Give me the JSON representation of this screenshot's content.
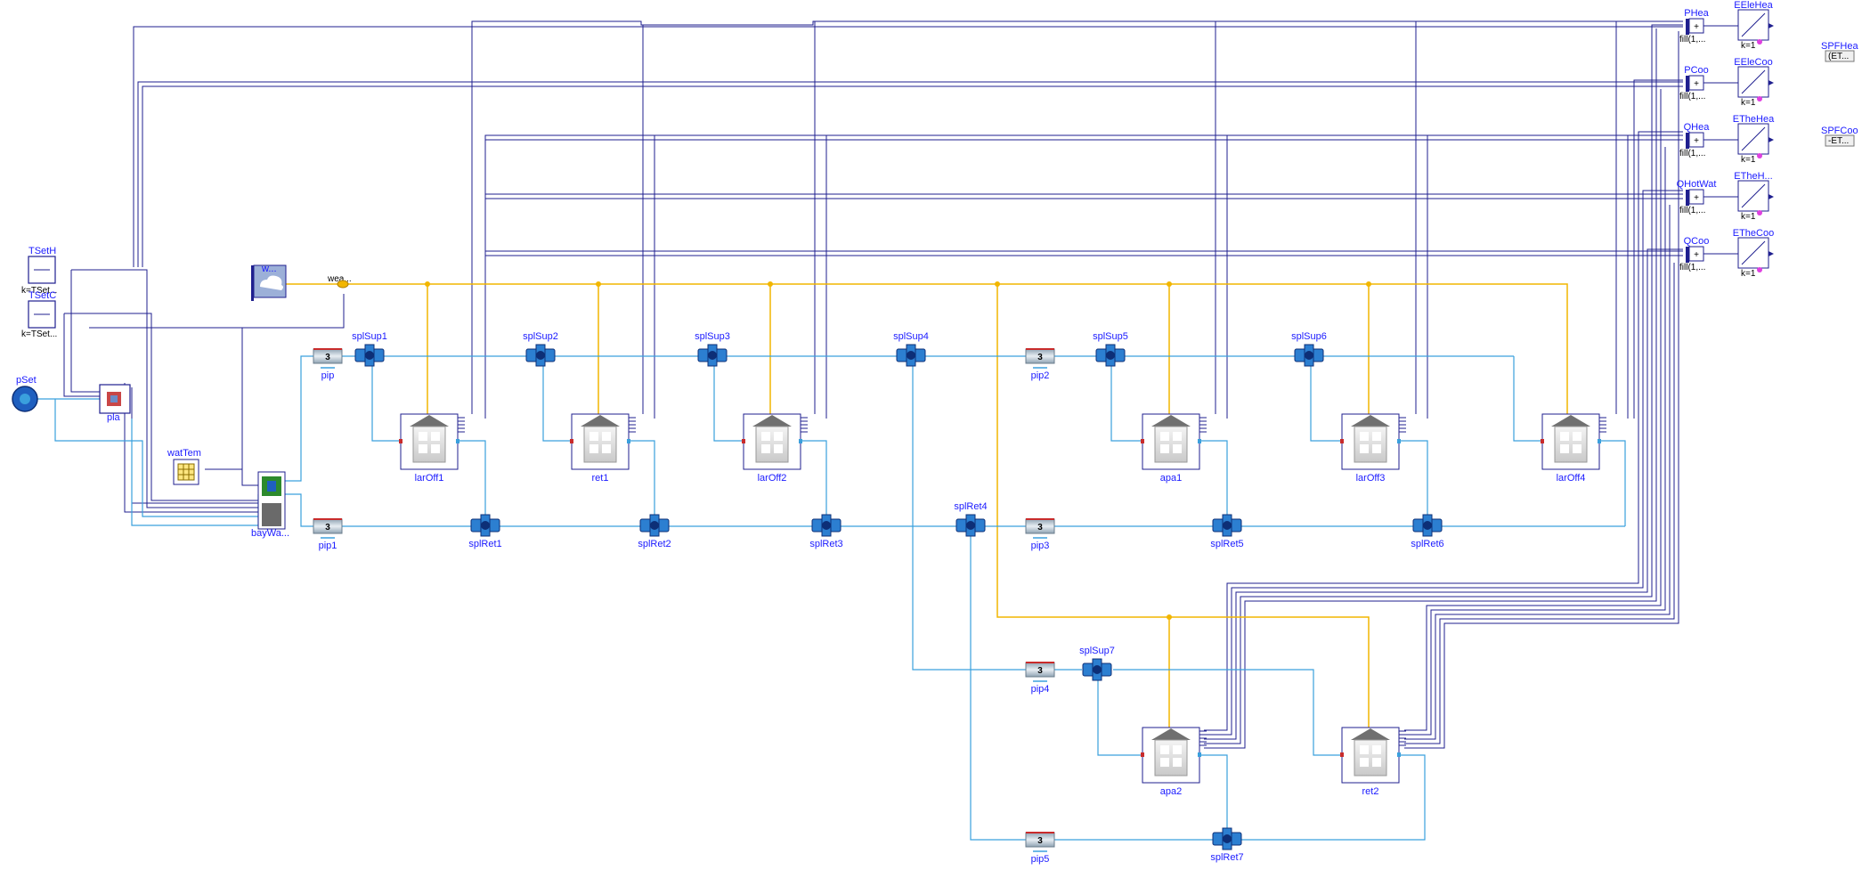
{
  "colors": {
    "bus": "#1f1f8f",
    "water": "#3aa0dd",
    "weather": "#f2b600",
    "label": "#1a1aff",
    "houseRoof": "#707070",
    "component": "#2c7fd1"
  },
  "inputs": {
    "TSetH": {
      "name": "TSetH",
      "param": "k=TSet..."
    },
    "TSetC": {
      "name": "TSetC",
      "param": "k=TSet..."
    },
    "pSet": {
      "name": "pSet"
    },
    "pla": {
      "name": "pla"
    },
    "weather": {
      "name": "w...",
      "busLabel": "wea..."
    },
    "watTem": {
      "name": "watTem"
    },
    "bayWat": {
      "name": "bayWa..."
    }
  },
  "buildings": [
    {
      "id": "larOff1",
      "name": "larOff1"
    },
    {
      "id": "ret1",
      "name": "ret1"
    },
    {
      "id": "larOff2",
      "name": "larOff2"
    },
    {
      "id": "apa1",
      "name": "apa1"
    },
    {
      "id": "larOff3",
      "name": "larOff3"
    },
    {
      "id": "larOff4",
      "name": "larOff4"
    },
    {
      "id": "apa2",
      "name": "apa2"
    },
    {
      "id": "ret2",
      "name": "ret2"
    }
  ],
  "supplySplitters": [
    "splSup1",
    "splSup2",
    "splSup3",
    "splSup4",
    "splSup5",
    "splSup6",
    "splSup7"
  ],
  "returnSplitters": [
    "splRet1",
    "splRet2",
    "splRet3",
    "splRet4",
    "splRet5",
    "splRet6",
    "splRet7"
  ],
  "pipes": [
    {
      "name": "pip",
      "value": "3"
    },
    {
      "name": "pip1",
      "value": "3"
    },
    {
      "name": "pip2",
      "value": "3"
    },
    {
      "name": "pip3",
      "value": "3"
    },
    {
      "name": "pip4",
      "value": "3"
    },
    {
      "name": "pip5",
      "value": "3"
    }
  ],
  "sums": [
    {
      "name": "PHea",
      "param": "fill(1,..."
    },
    {
      "name": "PCoo",
      "param": "fill(1,..."
    },
    {
      "name": "QHea",
      "param": "fill(1,..."
    },
    {
      "name": "QHotWat",
      "param": "fill(1,..."
    },
    {
      "name": "QCoo",
      "param": "fill(1,..."
    }
  ],
  "integrators": [
    {
      "name": "EEleHea",
      "param": "k=1"
    },
    {
      "name": "EEleCoo",
      "param": "k=1"
    },
    {
      "name": "ETheHea",
      "param": "k=1"
    },
    {
      "name": "ETheH...",
      "param": "k=1"
    },
    {
      "name": "ETheCoo",
      "param": "k=1"
    }
  ],
  "outputs": [
    {
      "name": "SPFHea",
      "value": "(ET..."
    },
    {
      "name": "SPFCoo",
      "value": "-ET..."
    }
  ],
  "icons": {
    "building": "building-icon",
    "splitter": "splitter-icon",
    "pipe": "pipe-icon",
    "sum": "sum-icon",
    "integrator": "integrator-icon"
  }
}
